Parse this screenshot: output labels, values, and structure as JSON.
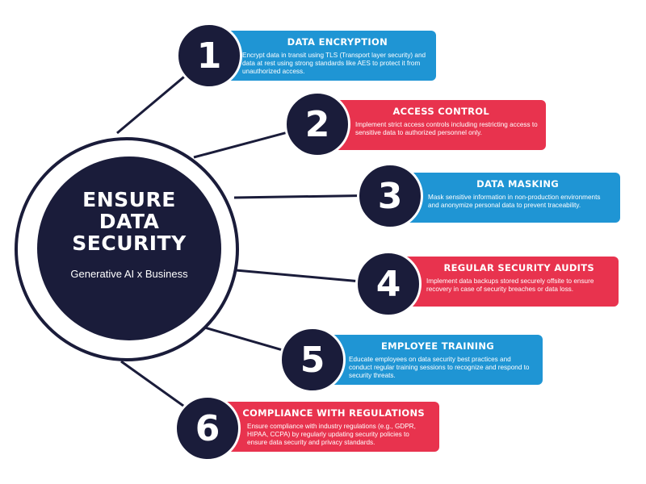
{
  "hub": {
    "title_lines": [
      "ENSURE",
      "DATA",
      "SECURITY"
    ],
    "subtitle": "Generative AI x Business"
  },
  "steps": [
    {
      "number": "1",
      "title": "DATA ENCRYPTION",
      "text": "Encrypt data in transit using TLS (Transport layer security) and data at rest using strong standards like AES to protect it from unauthorized access.",
      "color": "#1f95d4"
    },
    {
      "number": "2",
      "title": "ACCESS CONTROL",
      "text": "Implement strict access controls including restricting access to sensitive data to authorized personnel only.",
      "color": "#e8334e"
    },
    {
      "number": "3",
      "title": "DATA MASKING",
      "text": "Mask sensitive information in non-production environments and anonymize personal data to prevent traceability.",
      "color": "#1f95d4"
    },
    {
      "number": "4",
      "title": "REGULAR SECURITY AUDITS",
      "text": "Implement data backups stored securely offsite to ensure recovery in case of security breaches or data loss.",
      "color": "#e8334e"
    },
    {
      "number": "5",
      "title": "EMPLOYEE TRAINING",
      "text": "Educate employees on data security best practices and conduct regular training sessions to recognize and respond to security threats.",
      "color": "#1f95d4"
    },
    {
      "number": "6",
      "title": "COMPLIANCE WITH REGULATIONS",
      "text": "Ensure compliance with industry regulations (e.g., GDPR, HIPAA, CCPA) by regularly updating security policies to ensure data security and privacy standards.",
      "color": "#e8334e"
    }
  ],
  "colors": {
    "dark": "#1a1c3a",
    "blue": "#1f95d4",
    "red": "#e8334e"
  }
}
